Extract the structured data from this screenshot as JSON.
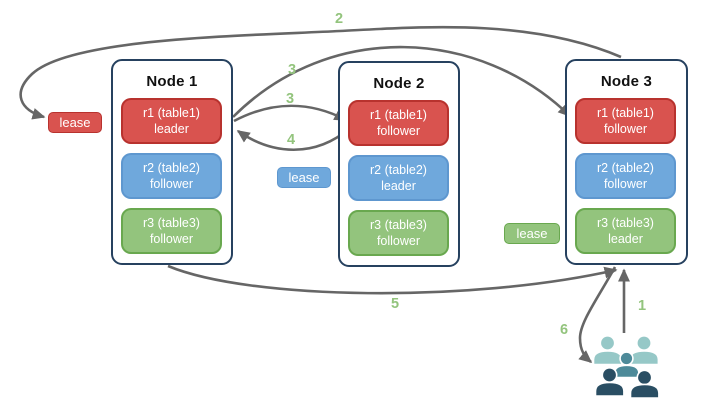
{
  "diagram": {
    "nodes": [
      {
        "title": "Node 1",
        "replicas": [
          {
            "name": "r1 (table1)",
            "role": "leader",
            "color": "red"
          },
          {
            "name": "r2 (table2)",
            "role": "follower",
            "color": "blue"
          },
          {
            "name": "r3 (table3)",
            "role": "follower",
            "color": "green"
          }
        ]
      },
      {
        "title": "Node 2",
        "replicas": [
          {
            "name": "r1 (table1)",
            "role": "follower",
            "color": "red"
          },
          {
            "name": "r2 (table2)",
            "role": "leader",
            "color": "blue"
          },
          {
            "name": "r3 (table3)",
            "role": "follower",
            "color": "green"
          }
        ]
      },
      {
        "title": "Node 3",
        "replicas": [
          {
            "name": "r1 (table1)",
            "role": "follower",
            "color": "red"
          },
          {
            "name": "r2 (table2)",
            "role": "follower",
            "color": "blue"
          },
          {
            "name": "r3 (table3)",
            "role": "leader",
            "color": "green"
          }
        ]
      }
    ],
    "leases": [
      {
        "label": "lease",
        "color": "red"
      },
      {
        "label": "lease",
        "color": "blue"
      },
      {
        "label": "lease",
        "color": "green"
      }
    ],
    "steps": {
      "s1": "1",
      "s2": "2",
      "s3a": "3",
      "s3b": "3",
      "s4": "4",
      "s5": "5",
      "s6": "6"
    },
    "colors": {
      "red-fill": "#d9534f",
      "red-border": "#b8322e",
      "blue-fill": "#6fa8dc",
      "blue-border": "#5e97cf",
      "green-fill": "#93c47d",
      "green-border": "#69a84f",
      "node-border": "#26415f",
      "arrow": "#666666",
      "step-label": "#93c47d",
      "people-light": "#96c8c7",
      "people-mid": "#4d8a99",
      "people-dark": "#2a4e63"
    }
  }
}
